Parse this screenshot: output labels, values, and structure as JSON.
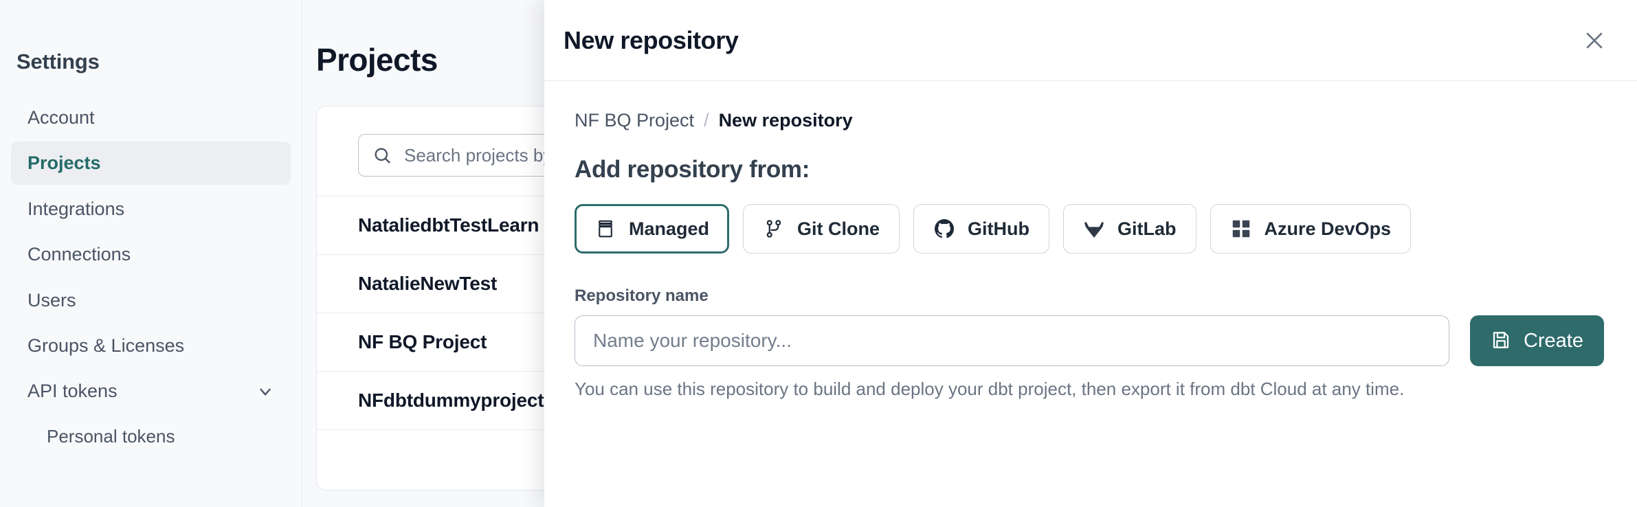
{
  "sidebar": {
    "title": "Settings",
    "items": [
      {
        "label": "Account",
        "active": false,
        "sub": false,
        "icon": null
      },
      {
        "label": "Projects",
        "active": true,
        "sub": false,
        "icon": null
      },
      {
        "label": "Integrations",
        "active": false,
        "sub": false,
        "icon": null
      },
      {
        "label": "Connections",
        "active": false,
        "sub": false,
        "icon": null
      },
      {
        "label": "Users",
        "active": false,
        "sub": false,
        "icon": null
      },
      {
        "label": "Groups & Licenses",
        "active": false,
        "sub": false,
        "icon": null
      },
      {
        "label": "API tokens",
        "active": false,
        "sub": false,
        "icon": "chevron-down-icon"
      },
      {
        "label": "Personal tokens",
        "active": false,
        "sub": true,
        "icon": null
      }
    ]
  },
  "main": {
    "page_title": "Projects",
    "search": {
      "placeholder": "Search projects by name",
      "value": "",
      "icon": "search-icon"
    },
    "projects": [
      {
        "name": "NataliedbtTestLearn T"
      },
      {
        "name": "NatalieNewTest"
      },
      {
        "name": "NF BQ Project"
      },
      {
        "name": "NFdbtdummyproject"
      }
    ]
  },
  "modal": {
    "title": "New repository",
    "close_icon": "close-icon",
    "breadcrumb": {
      "parent": "NF BQ Project",
      "separator": "/",
      "current": "New repository"
    },
    "add_from_label": "Add repository from:",
    "providers": [
      {
        "label": "Managed",
        "icon": "archive-box-icon",
        "selected": true
      },
      {
        "label": "Git Clone",
        "icon": "git-branch-icon",
        "selected": false
      },
      {
        "label": "GitHub",
        "icon": "github-icon",
        "selected": false
      },
      {
        "label": "GitLab",
        "icon": "gitlab-icon",
        "selected": false
      },
      {
        "label": "Azure DevOps",
        "icon": "azure-devops-icon",
        "selected": false
      }
    ],
    "repository_name": {
      "label": "Repository name",
      "placeholder": "Name your repository...",
      "value": ""
    },
    "helper_text": "You can use this repository to build and deploy your dbt project, then export it from dbt Cloud at any time.",
    "create_button": {
      "label": "Create",
      "icon": "save-floppy-icon"
    }
  },
  "colors": {
    "accent_teal": "#2f6b6b",
    "sidebar_bg": "#f8f9fb",
    "text_dark": "#101828",
    "text_muted": "#6b7483",
    "border": "#e5e8ee"
  }
}
